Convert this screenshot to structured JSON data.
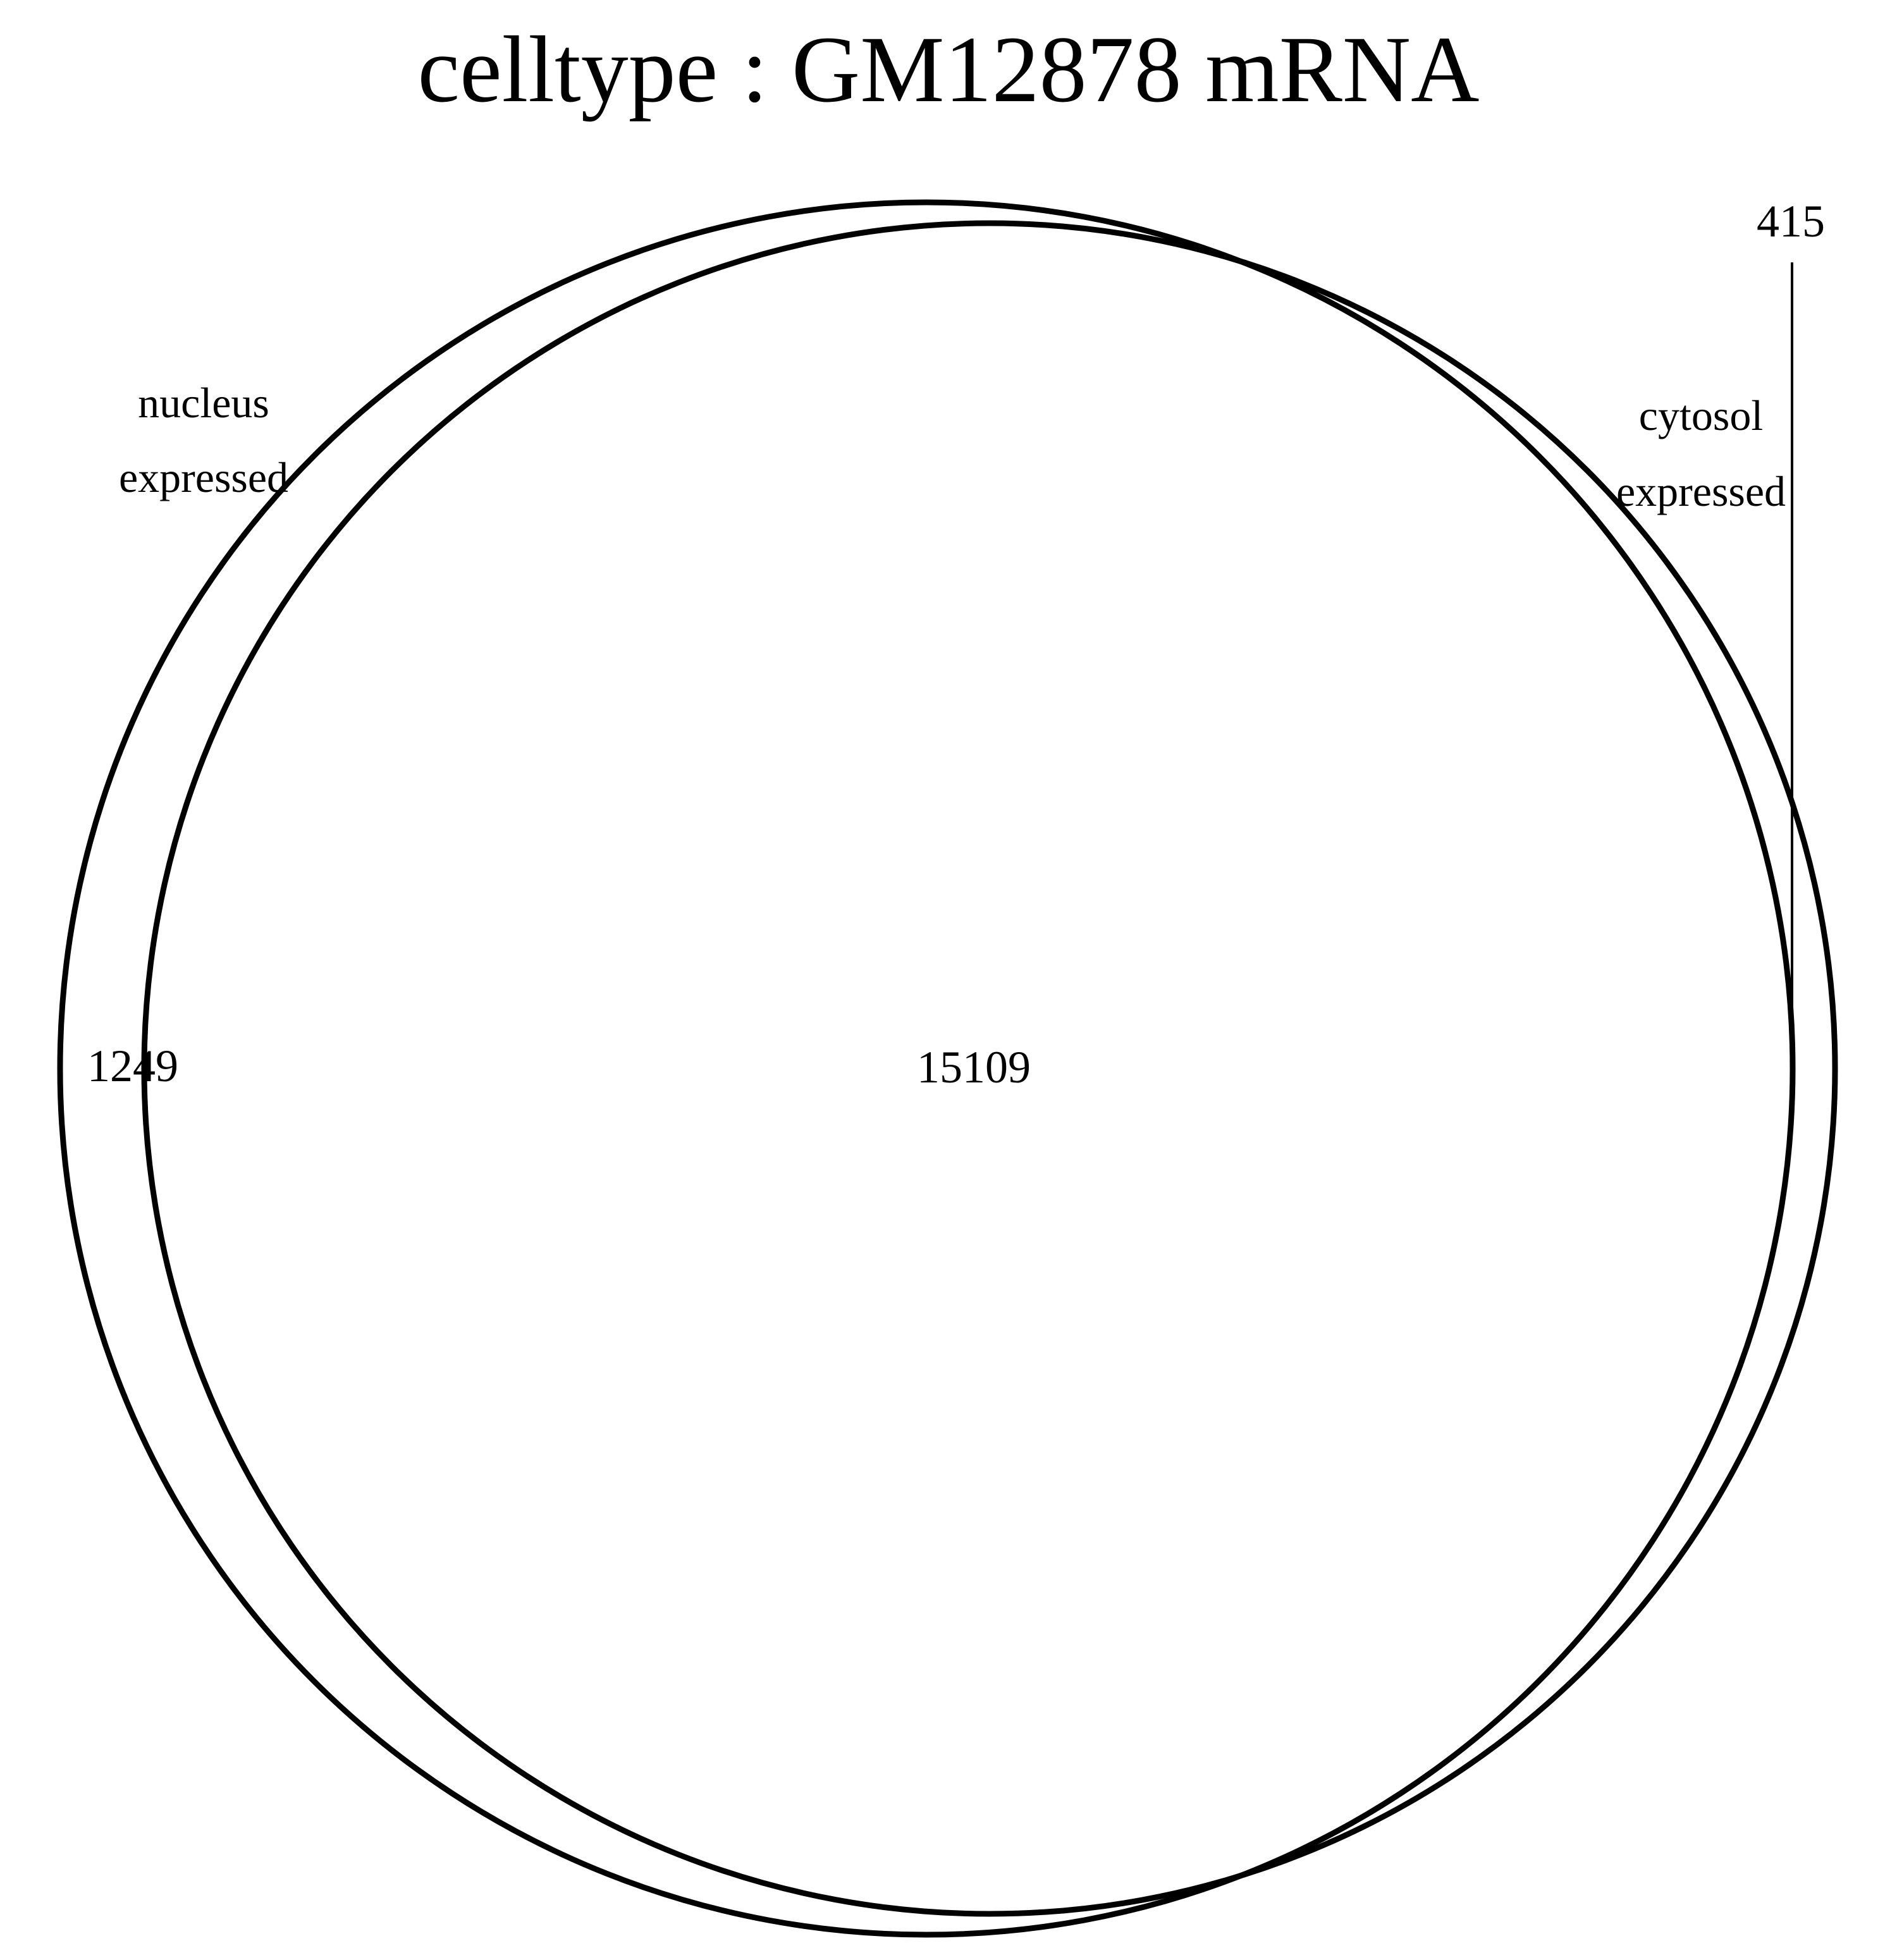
{
  "title": "celltype :  GM12878  mRNA",
  "sets": [
    {
      "name_line1": "nucleus",
      "name_line2": "expressed",
      "only_count": "1249"
    },
    {
      "name_line1": "cytosol",
      "name_line2": "expressed",
      "only_count": "415"
    }
  ],
  "intersection_count": "15109",
  "colors": {
    "stroke": "#000000",
    "background": "#ffffff"
  }
}
